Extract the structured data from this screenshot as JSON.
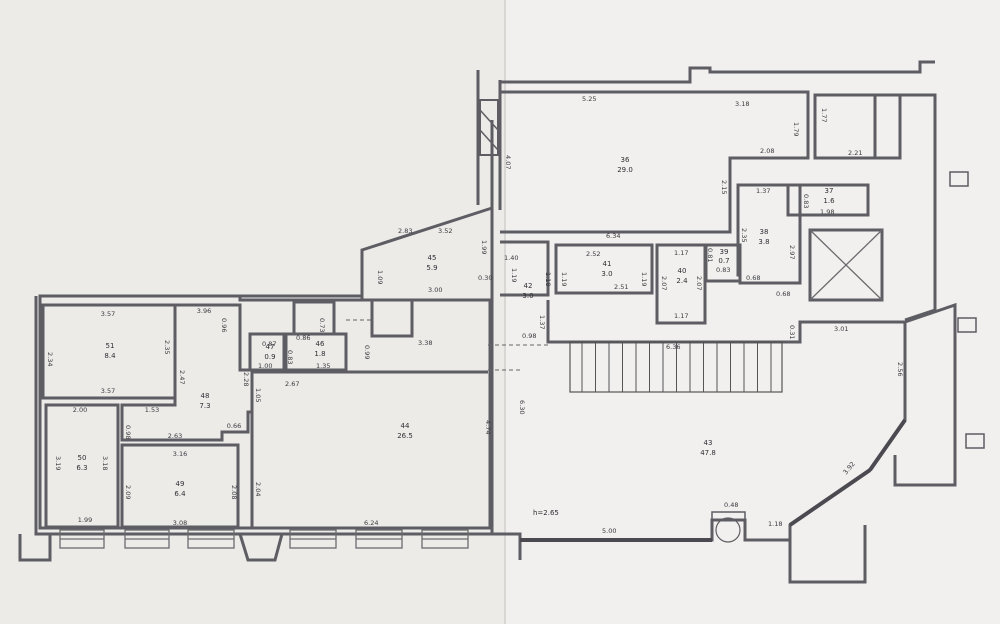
{
  "colors": {
    "paper": "#ecebe8",
    "wall": "#5d5d63"
  },
  "height_label": "h=2.65",
  "rooms": [
    {
      "num": "51",
      "area": "8.4"
    },
    {
      "num": "48",
      "area": "7.3"
    },
    {
      "num": "50",
      "area": "6.3"
    },
    {
      "num": "49",
      "area": "6.4"
    },
    {
      "num": "47",
      "area": "0.9"
    },
    {
      "num": "46",
      "area": "1.8"
    },
    {
      "num": "45",
      "area": "5.9"
    },
    {
      "num": "44",
      "area": "26.5"
    },
    {
      "num": "36",
      "area": "29.0"
    },
    {
      "num": "42",
      "area": "3.0"
    },
    {
      "num": "41",
      "area": "3.0"
    },
    {
      "num": "40",
      "area": "2.4"
    },
    {
      "num": "39",
      "area": "0.7"
    },
    {
      "num": "38",
      "area": "3.8"
    },
    {
      "num": "37",
      "area": "1.6"
    },
    {
      "num": "43",
      "area": "47.8"
    }
  ],
  "dims": [
    "3.57",
    "2.34",
    "2.35",
    "3.57",
    "3.96",
    "0.96",
    "2.47",
    "1.53",
    "2.00",
    "0.98",
    "2.63",
    "0.66",
    "3.16",
    "3.19",
    "3.18",
    "1.99",
    "2.09",
    "2.08",
    "3.08",
    "2.28",
    "1.05",
    "2.04",
    "0.87",
    "0.83",
    "1.00",
    "0.86",
    "0.73",
    "1.35",
    "0.99",
    "2.67",
    "2.83",
    "3.52",
    "1.09",
    "1.99",
    "0.30",
    "3.00",
    "3.38",
    "4.74",
    "6.24",
    "4.07",
    "5.25",
    "3.18",
    "1.79",
    "1.77",
    "2.21",
    "2.08",
    "2.15",
    "1.37",
    "0.83",
    "1.98",
    "2.35",
    "2.97",
    "0.68",
    "0.68",
    "6.34",
    "1.40",
    "1.19",
    "1.18",
    "1.19",
    "2.52",
    "2.51",
    "1.19",
    "1.17",
    "0.81",
    "2.07",
    "2.07",
    "1.17",
    "0.83",
    "0.98",
    "1.37",
    "0.31",
    "3.01",
    "6.36",
    "6.30",
    "2.56",
    "3.92",
    "0.48",
    "1.18",
    "5.00"
  ]
}
